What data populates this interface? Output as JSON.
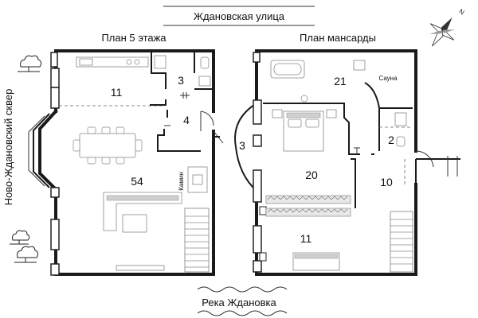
{
  "street_label": "Ждановская улица",
  "river_label": "Река Ждановка",
  "park_label": "Ново-Ждановский сквер",
  "compass_label": "N",
  "floor5": {
    "title": "План 5 этажа",
    "rooms": [
      {
        "id": "r11",
        "num": "11"
      },
      {
        "id": "r3",
        "num": "3"
      },
      {
        "id": "r4",
        "num": "4"
      },
      {
        "id": "r54",
        "num": "54"
      }
    ],
    "fireplace_label": "Камин"
  },
  "attic": {
    "title": "План мансарды",
    "rooms": [
      {
        "id": "r21",
        "num": "21"
      },
      {
        "id": "r3",
        "num": "3"
      },
      {
        "id": "r2",
        "num": "2"
      },
      {
        "id": "r20",
        "num": "20"
      },
      {
        "id": "r10",
        "num": "10"
      },
      {
        "id": "r11",
        "num": "11"
      }
    ],
    "sauna_label": "Сауна"
  }
}
